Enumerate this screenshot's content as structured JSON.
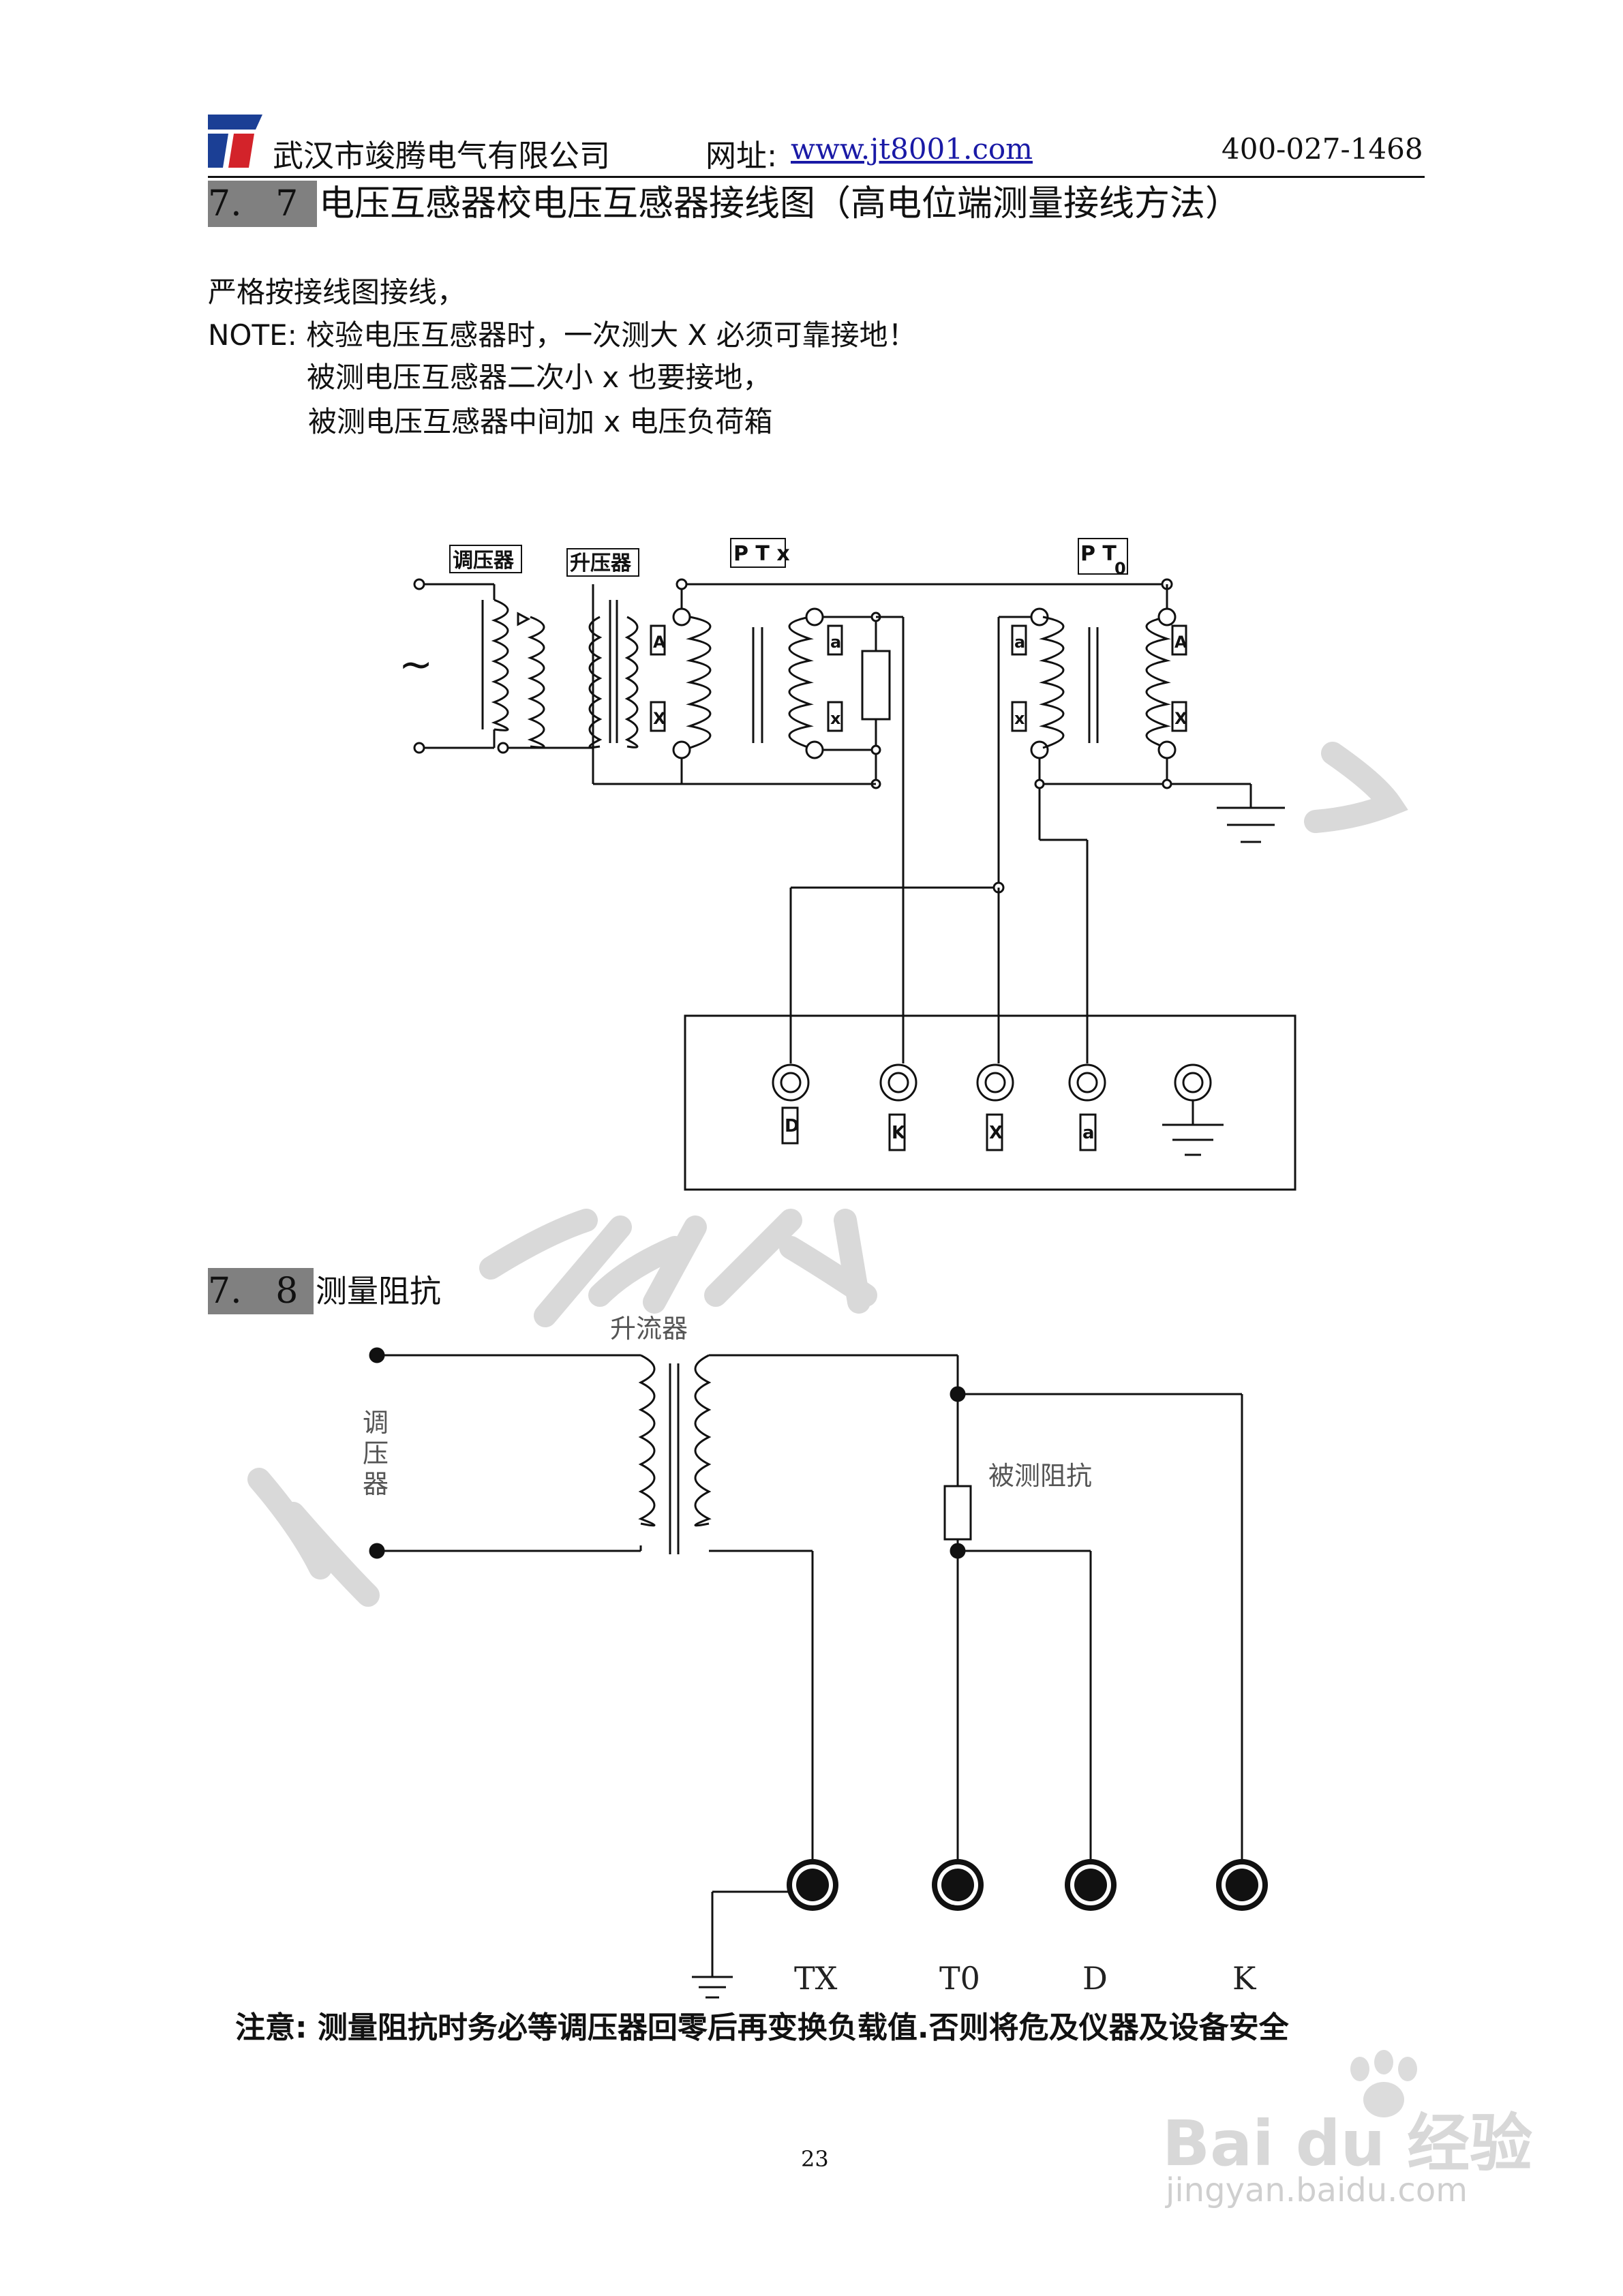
{
  "header": {
    "company": "武汉市竣腾电气有限公司",
    "website_label": "网址:",
    "website_url": "www.jt8001.com",
    "phone": "400-027-1468"
  },
  "section77": {
    "num": "7.   7",
    "title": "电压互感器校电压互感器接线图（高电位端测量接线方法）",
    "notes": [
      "严格按接线图接线，",
      "NOTE: 校验电压互感器时，一次测大 X 必须可靠接地！",
      "被测电压互感器二次小 x 也要接地，",
      "被测电压互感器中间加 x 电压负荷箱"
    ],
    "diagram": {
      "tiaoyaqi": "调压器",
      "shengyaqi": "升压器",
      "ptx": "P T x",
      "pt0": "P T",
      "pt0_sub": "0",
      "ac_symbol": "~",
      "winding_A": "A",
      "winding_X": "X",
      "winding_a": "a",
      "winding_x": "x",
      "terminals": [
        "D",
        "K",
        "X",
        "a"
      ]
    }
  },
  "section78": {
    "num": "7.   8",
    "title": "测量阻抗",
    "diagram": {
      "shengliuqi": "升流器",
      "tiaoyaqi": [
        "调",
        "压",
        "器"
      ],
      "impedance": "被测阻抗",
      "terminals": [
        "TX",
        "T0",
        "D",
        "K"
      ]
    }
  },
  "warning": "注意: 测量阻抗时务必等调压器回零后再变换负载值.否则将危及仪器及设备安全",
  "page_number": "23",
  "watermark": {
    "brand": "Bai du 经验",
    "url": "jingyan.baidu.com"
  }
}
